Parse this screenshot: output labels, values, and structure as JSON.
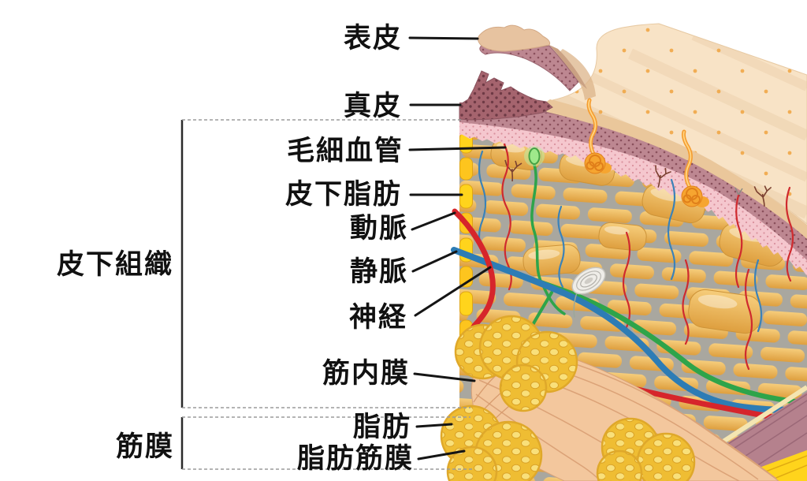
{
  "diagram": {
    "description": "skin-structure-cross-section",
    "background_color": "#ffffff",
    "label_text_color": "#111111",
    "leader_line_color": "#151515",
    "labels": {
      "epidermis": "表皮",
      "dermis": "真皮",
      "capillaries": "毛細血管",
      "subcutaneous_fat": "皮下脂肪",
      "artery": "動脈",
      "vein": "静脈",
      "nerve": "神経",
      "endomysium": "筋内膜",
      "fat": "脂肪",
      "fat_fascia": "脂肪筋膜",
      "subcutaneous_tissue": "皮下組織",
      "fascia": "筋膜"
    },
    "colors": {
      "skin_surface": "#f8e3c6",
      "surface_pore_dots": "#f0a440",
      "epidermis_edge": "#eac79b",
      "dermis_band": "#bd8791",
      "papillary_band": "#f5c7ce",
      "fat_lobule": "#eab050",
      "septa_gray": "#a9a79f",
      "cut_fat_yellow": "#ffd41c",
      "artery_red": "#d6252b",
      "vein_blue": "#2d7cb5",
      "nerve_green": "#2ea44a",
      "sweat_gland_orange": "#f6a530",
      "pacinian_white": "#efede8",
      "muscle_salmon": "#f3c79d",
      "honeycomb_fat": "#efbd33",
      "deep_muscle_mauve": "#b5818d"
    }
  }
}
